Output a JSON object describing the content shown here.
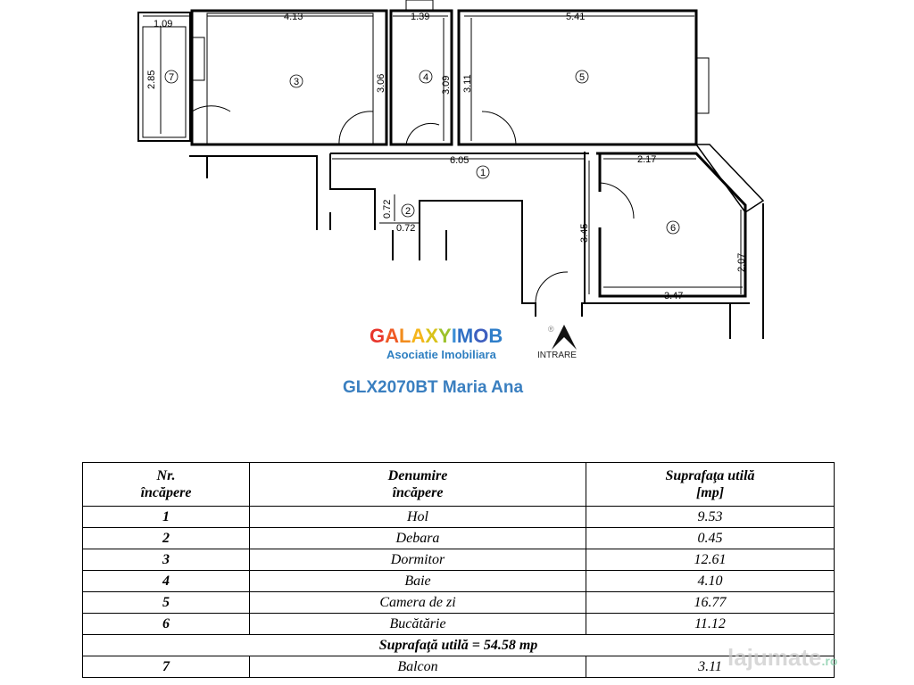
{
  "plan": {
    "dimensions": [
      "1.09",
      "4.13",
      "1.39",
      "5.41",
      "2.85",
      "3.06",
      "3.09",
      "3.11",
      "6.05",
      "2.17",
      "0.72",
      "0.72",
      "3.45",
      "2.07",
      "3.47"
    ],
    "rooms": [
      "1",
      "2",
      "3",
      "4",
      "5",
      "6",
      "7"
    ],
    "entrance_label": "INTRARE"
  },
  "logo": {
    "name": "GALAXYIMOB",
    "subtitle": "Asociatie Imobiliara",
    "registered": "®"
  },
  "listing_title": "GLX2070BT Maria Ana",
  "table": {
    "headers": [
      [
        "Nr.",
        "încăpere"
      ],
      [
        "Denumire",
        "încăpere"
      ],
      [
        "Suprafaţa utilă",
        "[mp]"
      ]
    ],
    "rows": [
      {
        "nr": "1",
        "name": "Hol",
        "area": "9.53"
      },
      {
        "nr": "2",
        "name": "Debara",
        "area": "0.45"
      },
      {
        "nr": "3",
        "name": "Dormitor",
        "area": "12.61"
      },
      {
        "nr": "4",
        "name": "Baie",
        "area": "4.10"
      },
      {
        "nr": "5",
        "name": "Camera de zi",
        "area": "16.77"
      },
      {
        "nr": "6",
        "name": "Bucătărie",
        "area": "11.12"
      }
    ],
    "total": "Suprafaţă utilă  = 54.58 mp",
    "extra_rows": [
      {
        "nr": "7",
        "name": "Balcon",
        "area": "3.11"
      }
    ]
  },
  "watermark": {
    "text": "lajumate",
    "suffix": ".ro"
  }
}
